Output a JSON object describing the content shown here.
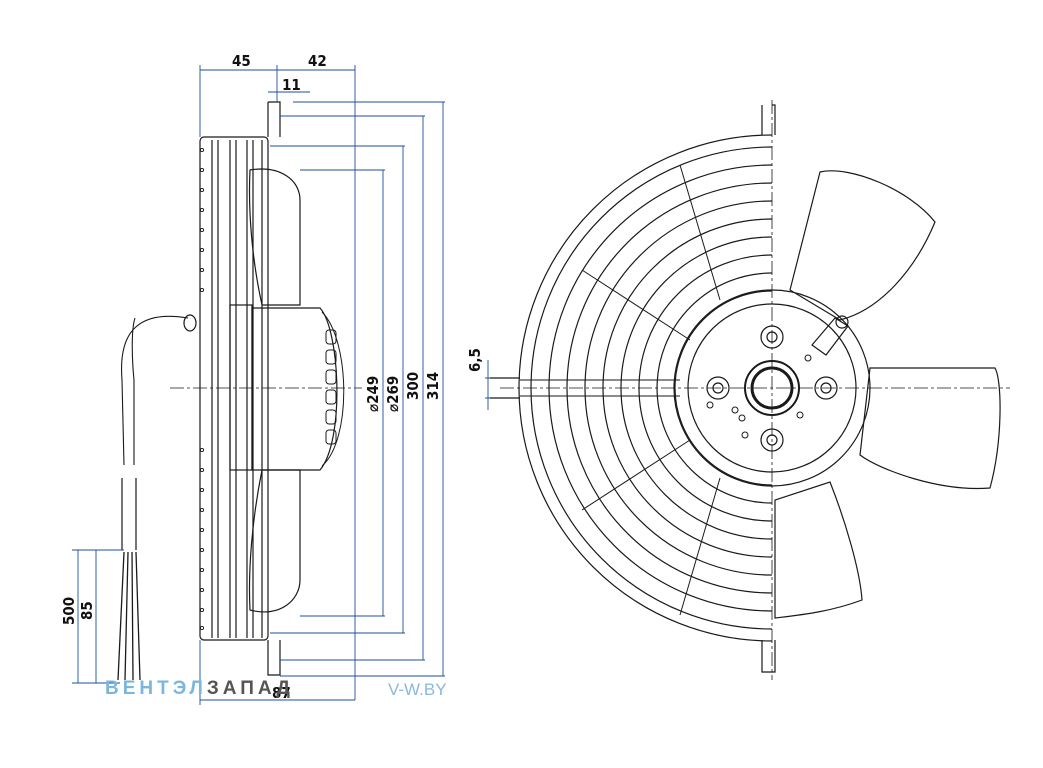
{
  "dimensions": {
    "d45": "45",
    "d42": "42",
    "d11": "11",
    "d249": "⌀249",
    "d269": "⌀269",
    "d300": "300",
    "d314": "314",
    "d6_5": "6,5",
    "d500": "500",
    "d85": "85",
    "d87": "87"
  },
  "watermark": {
    "brand_part1": "ВЕНТЭЛ",
    "brand_part2": "ЗАПАД",
    "site": "V-W.BY"
  },
  "colors": {
    "line": "#1a1a1a",
    "dimension_line": "#1b4f9c",
    "watermark_blue": "#7ab6e0",
    "watermark_gray": "#555555"
  }
}
